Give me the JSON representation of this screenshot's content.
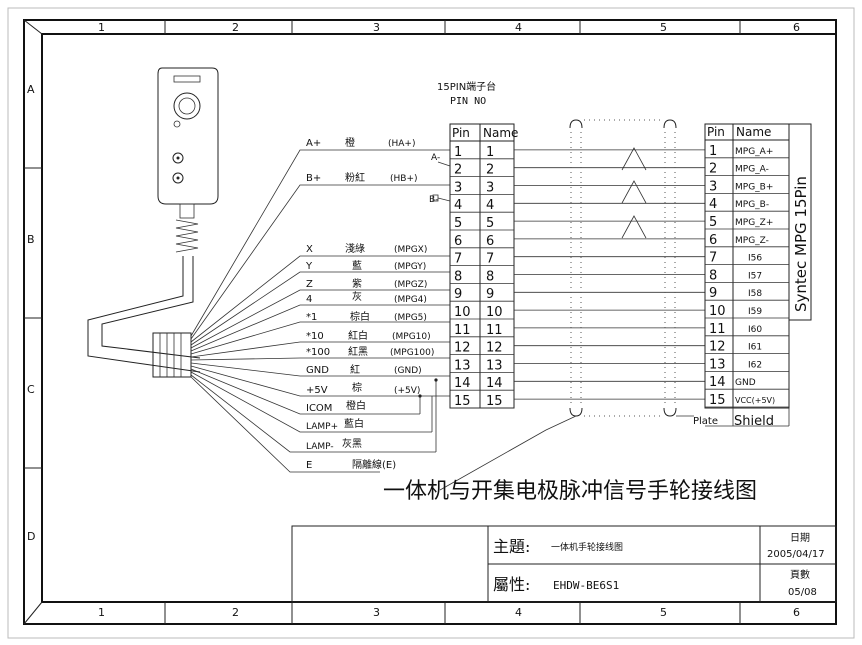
{
  "grid": {
    "columns": [
      "1",
      "2",
      "3",
      "4",
      "5",
      "6"
    ],
    "rows": [
      "A",
      "B",
      "C",
      "D"
    ]
  },
  "terminal_block": {
    "title": "15PIN端子台",
    "subtitle": "PIN NO",
    "header_pin": "Pin",
    "header_name": "Name",
    "pins": [
      "1",
      "2",
      "3",
      "4",
      "5",
      "6",
      "7",
      "8",
      "9",
      "10",
      "11",
      "12",
      "13",
      "14",
      "15"
    ],
    "names": [
      "1",
      "2",
      "3",
      "4",
      "5",
      "6",
      "7",
      "8",
      "9",
      "10",
      "11",
      "12",
      "13",
      "14",
      "15"
    ]
  },
  "wires": [
    {
      "label": "A+",
      "color": "橙",
      "code": "(HA+)"
    },
    {
      "label": "B+",
      "color": "粉紅",
      "code": "(HB+)"
    },
    {
      "label": "X",
      "color": "淺綠",
      "code": "(MPGX)"
    },
    {
      "label": "Y",
      "color": "藍",
      "code": "(MPGY)"
    },
    {
      "label": "Z",
      "color": "紫",
      "code": "(MPGZ)"
    },
    {
      "label": "4",
      "color": "灰",
      "code": "(MPG4)"
    },
    {
      "label": "*1",
      "color": "棕白",
      "code": "(MPG5)"
    },
    {
      "label": "*10",
      "color": "紅白",
      "code": "(MPG10)"
    },
    {
      "label": "*100",
      "color": "紅黑",
      "code": "(MPG100)"
    },
    {
      "label": "GND",
      "color": "紅",
      "code": "(GND)"
    },
    {
      "label": "+5V",
      "color": "棕",
      "code": "(+5V)"
    }
  ],
  "extra_wires": [
    {
      "label": "ICOM",
      "color": "橙白"
    },
    {
      "label": "LAMP+",
      "color": "藍白"
    },
    {
      "label": "LAMP-",
      "color": "灰黑"
    },
    {
      "label": "E",
      "color": "隔離線(E)"
    }
  ],
  "minus_tags": {
    "a_minus": "A-",
    "b_minus": "B-"
  },
  "connector": {
    "side_label": "Syntec MPG 15Pin",
    "header_pin": "Pin",
    "header_name": "Name",
    "pins": [
      "1",
      "2",
      "3",
      "4",
      "5",
      "6",
      "7",
      "8",
      "9",
      "10",
      "11",
      "12",
      "13",
      "14",
      "15"
    ],
    "names": [
      "MPG_A+",
      "MPG_A-",
      "MPG_B+",
      "MPG_B-",
      "MPG_Z+",
      "MPG_Z-",
      "I56",
      "I57",
      "I58",
      "I59",
      "I60",
      "I61",
      "I62",
      "GND",
      "VCC(+5V)"
    ],
    "plate": "Plate",
    "shield": "Shield"
  },
  "diagram_title": "一体机与开集电极脉冲信号手轮接线图",
  "title_block": {
    "subject_label": "主題:",
    "subject_value": "一体机手轮接线图",
    "attr_label": "屬性:",
    "attr_value": "EHDW-BE6S1",
    "date_label": "日期",
    "date_value": "2005/04/17",
    "page_label": "頁數",
    "page_value": "05/08"
  }
}
